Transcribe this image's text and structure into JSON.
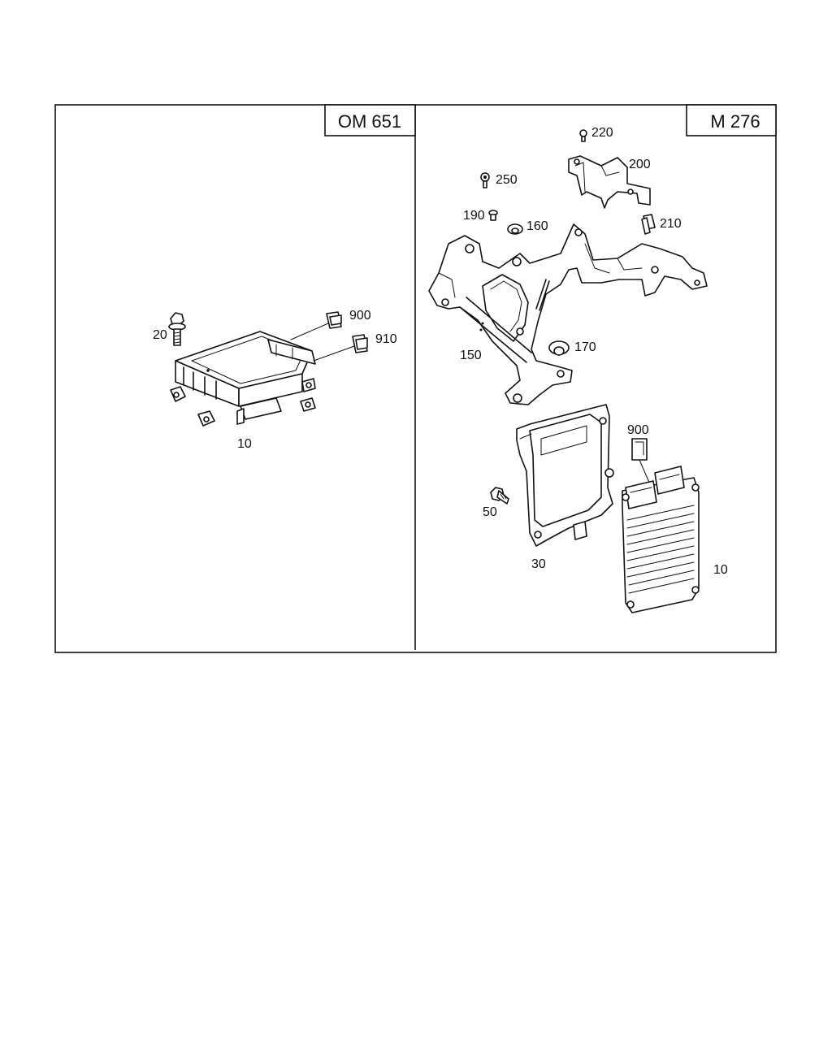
{
  "panels": {
    "left": {
      "title": "OM 651"
    },
    "right": {
      "title": "M 276"
    }
  },
  "callouts": {
    "left": {
      "p20": "20",
      "p900": "900",
      "p910": "910",
      "p10": "10"
    },
    "right": {
      "p220": "220",
      "p200": "200",
      "p250": "250",
      "p190": "190",
      "p160": "160",
      "p210": "210",
      "p150": "150",
      "p170": "170",
      "p900": "900",
      "p50": "50",
      "p30": "30",
      "p10": "10"
    }
  }
}
